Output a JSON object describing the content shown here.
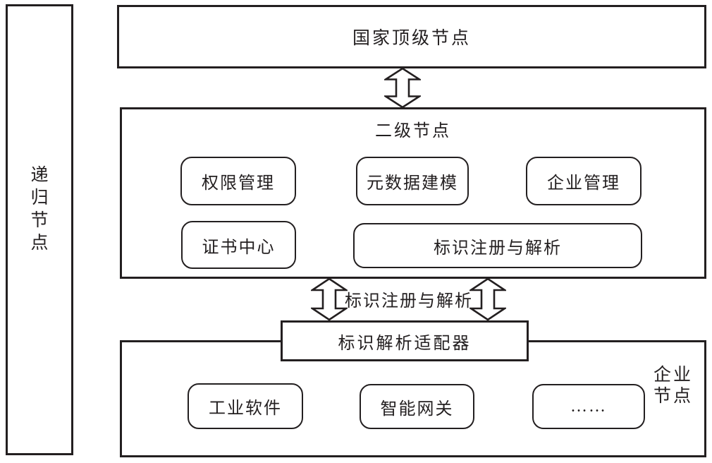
{
  "diagram_title": "identifier-resolution-node-hierarchy",
  "colors": {
    "ink": "#231f20",
    "background": "#ffffff"
  },
  "recursive_node": {
    "label": "递归节点",
    "chars": [
      "递",
      "归",
      "节",
      "点"
    ]
  },
  "top_node": {
    "label": "国家顶级节点"
  },
  "second_level_node": {
    "label": "二级节点",
    "row1": [
      "权限管理",
      "元数据建模",
      "企业管理"
    ],
    "row2": [
      "证书中心",
      "标识注册与解析"
    ]
  },
  "link": {
    "label": "标识注册与解析"
  },
  "adapter": {
    "label": "标识解析适配器"
  },
  "enterprise_node": {
    "label_line1": "企业",
    "label_line2": "节点",
    "boxes": [
      "工业软件",
      "智能网关",
      "……"
    ]
  }
}
